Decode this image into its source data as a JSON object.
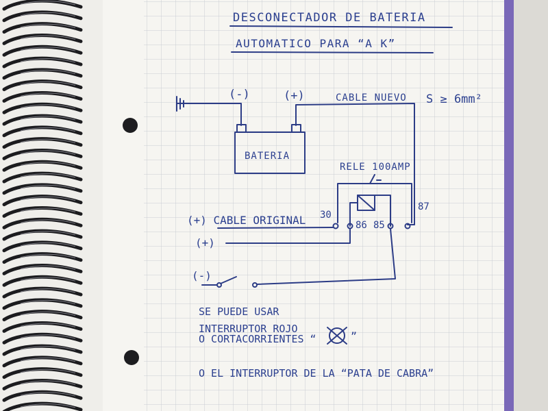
{
  "title": {
    "line1": "DESCONECTADOR DE BATERIA",
    "line2": "AUTOMATICO PARA “A K”"
  },
  "diagram": {
    "negative_terminal": "(-)",
    "positive_terminal": "(+)",
    "new_cable": "CABLE NUEVO",
    "cable_section": "S ≥ 6mm²",
    "battery": "BATERIA",
    "relay": "RELE 100AMP",
    "pin_30": "30",
    "pin_87": "87",
    "pin_86": "86",
    "pin_85": "85",
    "original_cable": "(+) CABLE ORIGINAL",
    "positive_line": "(+)",
    "negative_line": "(-)"
  },
  "notes": {
    "line1": "SE PUEDE USAR",
    "line2": "INTERRUPTOR ROJO",
    "line3": "O CORTACORRIENTES “",
    "line3_end": "”",
    "line4": "O EL INTERRUPTOR DE LA “PATA DE CABRA”"
  },
  "colors": {
    "ink": "#2c3c86",
    "paper": "#f4f3ef",
    "grid": "#c9cdd3",
    "margin_purple": "#7a68b8",
    "spiral": "#1c1c1f"
  }
}
